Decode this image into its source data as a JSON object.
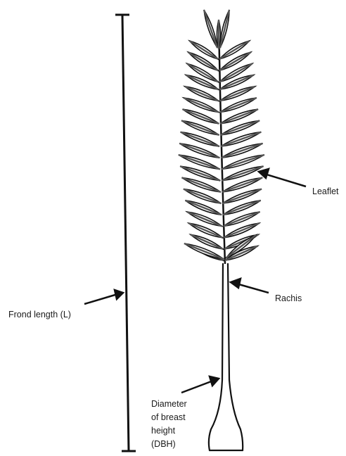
{
  "labels": {
    "leaflet": "Leaflet",
    "rachis": "Rachis",
    "frond_length": "Frond length (L)",
    "dbh_lines": [
      "Diameter",
      "of breast",
      "height",
      "(DBH)"
    ]
  },
  "colors": {
    "ink": "#111111",
    "leaf_fill": "#ffffff",
    "hatch": "#555555"
  }
}
